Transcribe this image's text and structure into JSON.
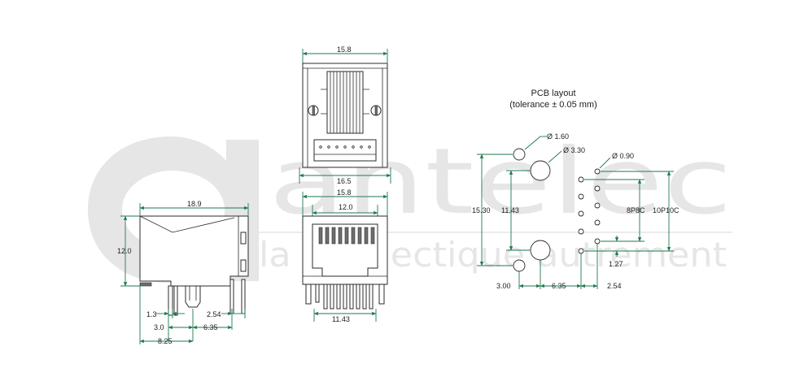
{
  "watermark": {
    "logo_text": "antelec",
    "tagline": "la connectique autrement"
  },
  "pcb": {
    "title": "PCB layout",
    "subtitle": "(tolerance ± 0.05 mm)",
    "holes": {
      "small": "Ø 1.60",
      "large": "Ø 3.30",
      "pin": "Ø 0.90"
    },
    "dims": {
      "height_outer": "15.30",
      "height_inner": "11.43",
      "config_8p8c": "8P8C",
      "config_10p10c": "10P10C",
      "pitch": "1.27",
      "offset_a": "3.00",
      "offset_b": "6.35",
      "offset_c": "2.54"
    }
  },
  "side_view": {
    "dims": {
      "length": "18.9",
      "height": "12.0",
      "pin_a": "1.3",
      "pin_b": "3.0",
      "pin_c": "6.35",
      "pin_d": "2.54",
      "pin_e": "8.25"
    }
  },
  "top_view": {
    "dims": {
      "width": "15.8"
    }
  },
  "front_view": {
    "dims": {
      "flange_width": "16.5",
      "width": "15.8",
      "opening": "12.0",
      "pins": "11.43"
    }
  },
  "colors": {
    "dimension": "#1e7a4e",
    "outline": "#2b2b2b",
    "watermark": "#e6e6e6"
  }
}
